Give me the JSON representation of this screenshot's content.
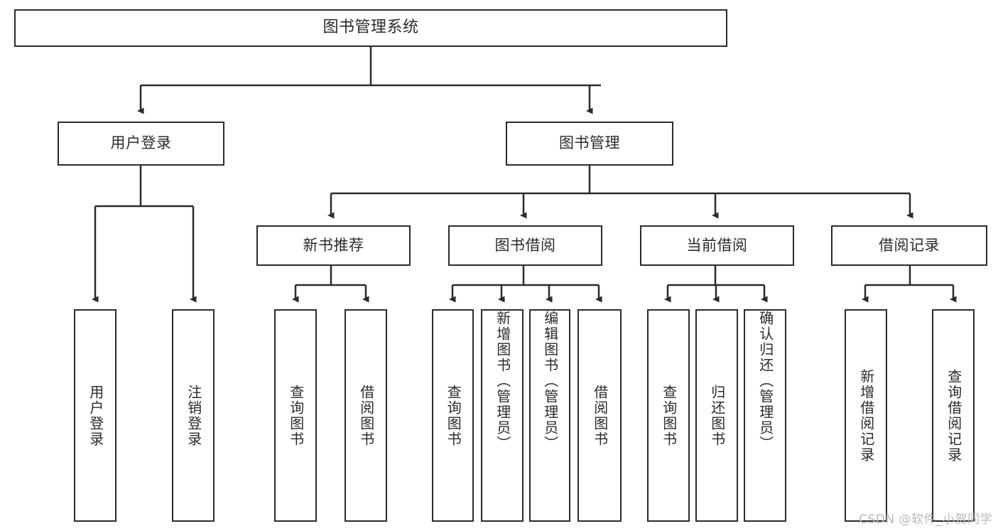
{
  "diagram": {
    "title": "图书管理系统",
    "type": "tree-hierarchy-chart",
    "levels": 4,
    "root": {
      "label": "图书管理系统"
    },
    "level2": [
      {
        "label": "用户登录"
      },
      {
        "label": "图书管理"
      }
    ],
    "level3": [
      {
        "label": "新书推荐"
      },
      {
        "label": "图书借阅"
      },
      {
        "label": "当前借阅"
      },
      {
        "label": "借阅记录"
      }
    ],
    "leaves": {
      "user_login": [
        {
          "label": "用户登录"
        },
        {
          "label": "注销登录"
        }
      ],
      "new_book_recommend": [
        {
          "label": "查询图书"
        },
        {
          "label": "借阅图书"
        }
      ],
      "book_borrow": [
        {
          "label": "查询图书"
        },
        {
          "label": "新增图书（管理员）"
        },
        {
          "label": "编辑图书（管理员）"
        },
        {
          "label": "借阅图书"
        }
      ],
      "current_borrow": [
        {
          "label": "查询图书"
        },
        {
          "label": "归还图书"
        },
        {
          "label": "确认归还（管理员）"
        }
      ],
      "borrow_record": [
        {
          "label": "新增借阅记录"
        },
        {
          "label": "查询借阅记录"
        }
      ]
    }
  },
  "watermark": {
    "text": "CSDN @软件_小贺同学"
  },
  "colors": {
    "stroke": "#2b2b2b",
    "fill": "#ffffff",
    "text": "#2b2b2b",
    "watermark": "#b9b9b9"
  }
}
